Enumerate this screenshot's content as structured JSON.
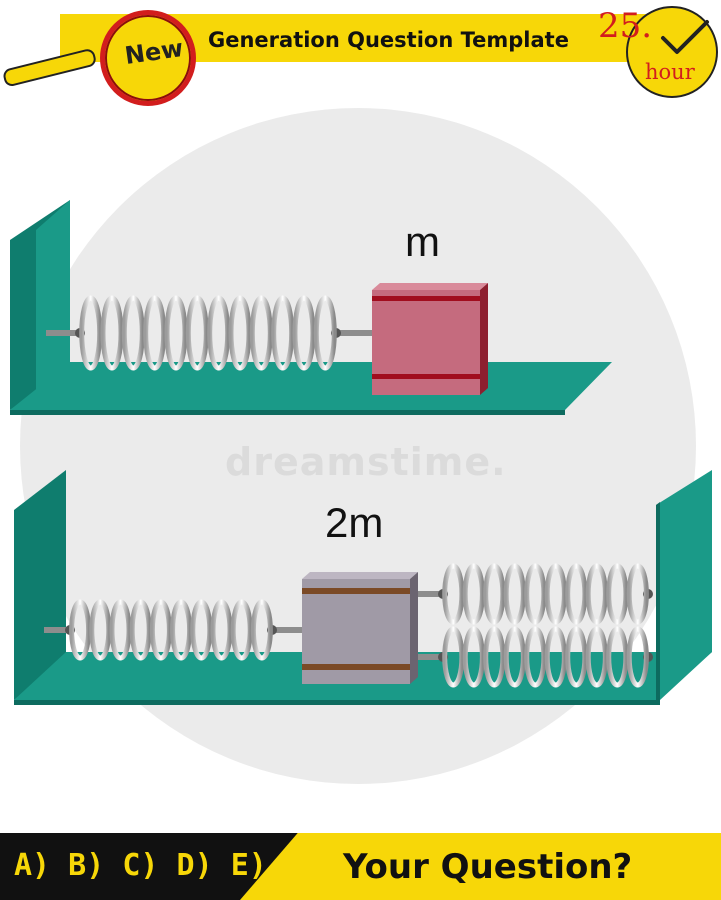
{
  "header": {
    "badge": "New",
    "title": "Generation Question Template",
    "counter_number": "25.",
    "counter_unit": "hour"
  },
  "diagram": {
    "top_system": {
      "mass_label": "m"
    },
    "bottom_system": {
      "mass_label": "2m"
    },
    "watermark": "dreamstime."
  },
  "footer": {
    "options": "A) B) C) D) E)",
    "question": "Your Question?"
  },
  "colors": {
    "accent_yellow": "#f7d708",
    "shelf_teal": "#1a8a7b",
    "block_red": "#c56b7e",
    "block_gray": "#a09aa6"
  },
  "icons": [
    "magnifier-icon",
    "clock-icon",
    "checkmark-icon"
  ]
}
